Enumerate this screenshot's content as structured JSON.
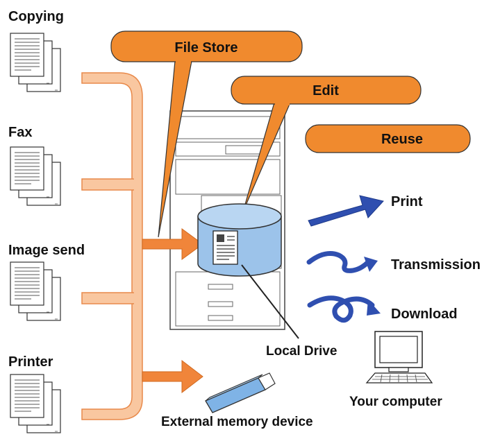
{
  "sources": [
    {
      "label": "Copying"
    },
    {
      "label": "Fax"
    },
    {
      "label": "Image send"
    },
    {
      "label": "Printer"
    }
  ],
  "bubbles": {
    "file_store": "File Store",
    "edit": "Edit",
    "reuse": "Reuse"
  },
  "outputs": {
    "print": "Print",
    "transmission": "Transmission",
    "download": "Download"
  },
  "labels": {
    "local_drive": "Local Drive",
    "external_memory": "External memory device",
    "your_computer": "Your computer"
  },
  "colors": {
    "orange_bubble": "#F08A2E",
    "flow_pipe": "#F9C7A0",
    "flow_edge": "#E8894A",
    "arrow_orange": "#F0853A",
    "blue_arrow": "#2F4FB0",
    "drive_blue": "#9CC3EA",
    "usb_blue": "#7FB3E6"
  }
}
